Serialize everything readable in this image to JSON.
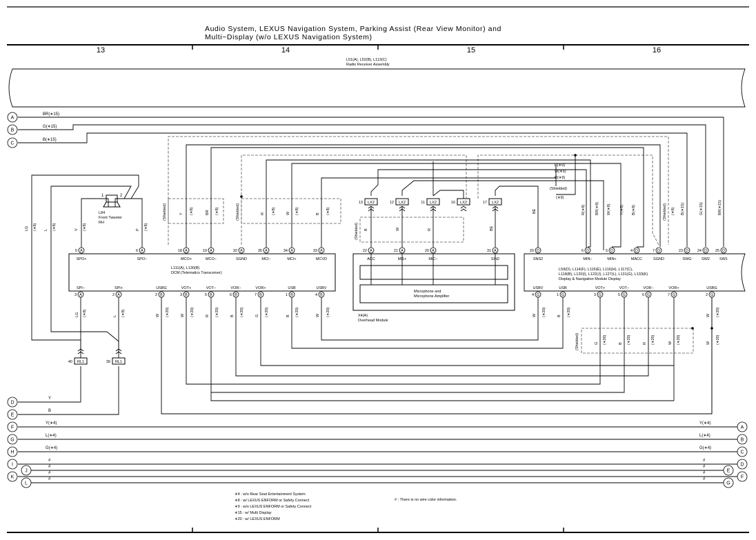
{
  "title": {
    "line1": "Audio System,  LEXUS Navigation System,  Parking Assist (Rear View Monitor) and",
    "line2": "Multi−Display (w/o LEXUS Navigation System)"
  },
  "columns": [
    "13",
    "14",
    "15",
    "16"
  ],
  "radio": {
    "ids": "L51(A), L52(B), L113(C)",
    "name": "Radio Receiver Assembly"
  },
  "dcm": {
    "ids": "L111(A), L130(B)",
    "name": "DCM (Telematics Transceiver)"
  },
  "display": {
    "ids1": "L59(D), L114(F), L115(E), L116(H), L117(C),",
    "ids2": "L118(B), L120(I), L122(J), L127(L), L131(G), L133(K)",
    "name": "Display & Navigation Module Display"
  },
  "overhead": {
    "id": "X4(A)",
    "name": "Overhead Module",
    "amp1": "Microphone and",
    "amp2": "Microphone Amplifier"
  },
  "tweeter": {
    "id": "L84",
    "name": "Front Tweeter",
    "side": "RH",
    "pin1": "1",
    "pin2": "2"
  },
  "left_refs": [
    "A",
    "B",
    "C",
    "D",
    "E",
    "F",
    "G",
    "H",
    "I",
    "J",
    "K",
    "L"
  ],
  "right_refs": [
    "A",
    "B",
    "C",
    "D",
    "E",
    "F",
    "G"
  ],
  "wire_labels": {
    "br15": "BR(∗15)",
    "g15": "G(∗15)",
    "b15": "B(∗15)",
    "y": "Y",
    "b": "B",
    "y4": "Y(∗4)",
    "l4": "L(∗4)",
    "g4": "G(∗4)",
    "hash": "#",
    "b9": "B(∗9)",
    "w9": "W(∗9)",
    "r9": "R(∗9)",
    "shielded_p": "(Shielded)",
    "n9": "(∗9)"
  },
  "dcm_top_pins": [
    {
      "num": "5",
      "c": "A",
      "name": "SPO+"
    },
    {
      "num": "6",
      "c": "A",
      "name": "SPO−"
    },
    {
      "num": "18",
      "c": "A",
      "name": "MCO+"
    },
    {
      "num": "19",
      "c": "A",
      "name": "MCO−"
    },
    {
      "num": "32",
      "c": "A",
      "name": "SGND"
    },
    {
      "num": "35",
      "c": "A",
      "name": "MCI−"
    },
    {
      "num": "34",
      "c": "A",
      "name": "MCI+"
    },
    {
      "num": "33",
      "c": "A",
      "name": "MCVD"
    }
  ],
  "dcm_bottom_pins": [
    {
      "num": "3",
      "c": "A",
      "name": "SPI−"
    },
    {
      "num": "2",
      "c": "A",
      "name": "SPI+"
    },
    {
      "num": "2",
      "c": "B",
      "name": "USBG"
    },
    {
      "num": "3",
      "c": "B",
      "name": "VOT+"
    },
    {
      "num": "5",
      "c": "B",
      "name": "VOT−"
    },
    {
      "num": "6",
      "c": "B",
      "name": "VOR−"
    },
    {
      "num": "7",
      "c": "B",
      "name": "VOR+"
    },
    {
      "num": "1",
      "c": "B",
      "name": "USB"
    },
    {
      "num": "4",
      "c": "B",
      "name": "USBV"
    }
  ],
  "ovh_pins": [
    {
      "num": "22",
      "c": "A",
      "name": "ACC"
    },
    {
      "num": "21",
      "c": "A",
      "name": "MI1+"
    },
    {
      "num": "20",
      "c": "A",
      "name": "MIC−"
    },
    {
      "num": "31",
      "c": "A",
      "name": "SIN2"
    }
  ],
  "disp_top_pins": [
    {
      "num": "20",
      "c": "D",
      "name": "SNS2"
    },
    {
      "num": "6",
      "c": "D",
      "name": "MIN−"
    },
    {
      "num": "5",
      "c": "D",
      "name": "MIN+"
    },
    {
      "num": "4",
      "c": "D",
      "name": "MACC"
    },
    {
      "num": "7",
      "c": "D",
      "name": "SGND"
    },
    {
      "num": "23",
      "c": "D",
      "name": "SWG"
    },
    {
      "num": "24",
      "c": "D",
      "name": "SW2"
    },
    {
      "num": "25",
      "c": "D",
      "name": "SW1"
    }
  ],
  "disp_bottom_pins": [
    {
      "num": "4",
      "c": "G",
      "name": "USBV"
    },
    {
      "num": "1",
      "c": "G",
      "name": "USB"
    },
    {
      "num": "3",
      "c": "G",
      "name": "VOT+"
    },
    {
      "num": "5",
      "c": "G",
      "name": "VOT−"
    },
    {
      "num": "6",
      "c": "G",
      "name": "VOR−"
    },
    {
      "num": "7",
      "c": "G",
      "name": "VOR+"
    },
    {
      "num": "2",
      "c": "G",
      "name": "USBG"
    }
  ],
  "lx2_connectors": [
    {
      "num": "13",
      "label": "LX2"
    },
    {
      "num": "12",
      "label": "LX2"
    },
    {
      "num": "11",
      "label": "LX2"
    },
    {
      "num": "10",
      "label": "LX2"
    },
    {
      "num": "17",
      "label": "LX2"
    }
  ],
  "rl1_connectors": [
    {
      "num": "40",
      "label": "RL1"
    },
    {
      "num": "39",
      "label": "RL1"
    }
  ],
  "notes": [
    "∗4 : w/o Rear Seat Entertainment System",
    "∗8 : w/ LEXUS ENFORM or Safety Connect",
    "∗9 : w/o LEXUS ENFORM or Safety Connect",
    "∗15 : w/ Multi Display",
    "∗20 : w/ LEXUS ENFORM"
  ],
  "note_hash": "# : There is no wire color information."
}
